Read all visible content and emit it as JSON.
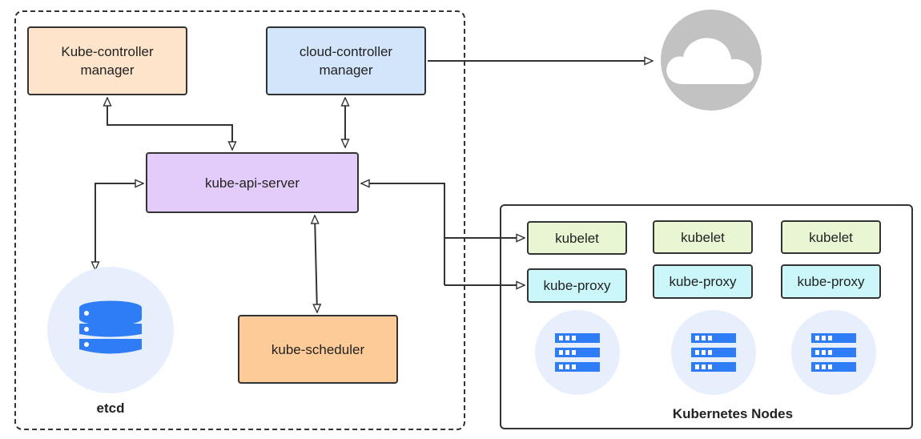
{
  "control_plane": {
    "kube_controller_manager": "Kube-controller\nmanager",
    "cloud_controller_manager": "cloud-controller\nmanager",
    "kube_api_server": "kube-api-server",
    "kube_scheduler": "kube-scheduler",
    "etcd_label": "etcd"
  },
  "nodes": {
    "title": "Kubernetes Nodes",
    "items": [
      {
        "kubelet": "kubelet",
        "proxy": "kube-proxy"
      },
      {
        "kubelet": "kubelet",
        "proxy": "kube-proxy"
      },
      {
        "kubelet": "kubelet",
        "proxy": "kube-proxy"
      }
    ]
  },
  "icons": {
    "cloud": "cloud-icon",
    "etcd": "database-icon",
    "node": "server-icon"
  },
  "colors": {
    "kcm_fill": "#fde4cb",
    "ccm_fill": "#d3e5fb",
    "api_fill": "#e3ccfa",
    "scheduler_fill": "#fdcb97",
    "kubelet_fill": "#e8f6d3",
    "proxy_fill": "#ccf7fa",
    "icon_circle": "#e6effb",
    "icon_blue": "#2f7df6",
    "cloud_gray": "#c2c2c2"
  }
}
